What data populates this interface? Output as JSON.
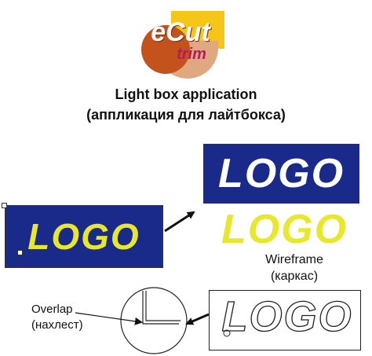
{
  "logo": {
    "main_text": "eCut",
    "sub_text": "trim"
  },
  "titles": {
    "english": "Light box application",
    "russian": "(аппликация для лайтбокса)"
  },
  "boxes": {
    "left_logo_text": "LOGO",
    "right_logo_text": "LOGO",
    "yellow_logo_text": "LOGO",
    "wireframe_logo_text": "LOGO"
  },
  "labels": {
    "wireframe": "Wireframe",
    "wireframe_ru": "(каркас)",
    "overlap": "Overlap",
    "overlap_ru": "(нахлест)"
  },
  "colors": {
    "navy": "#1a2a8a",
    "yellow": "#e8e82a",
    "logo_orange": "#c4521c",
    "logo_yellow": "#f5c518",
    "logo_pink": "#b41d5a"
  }
}
